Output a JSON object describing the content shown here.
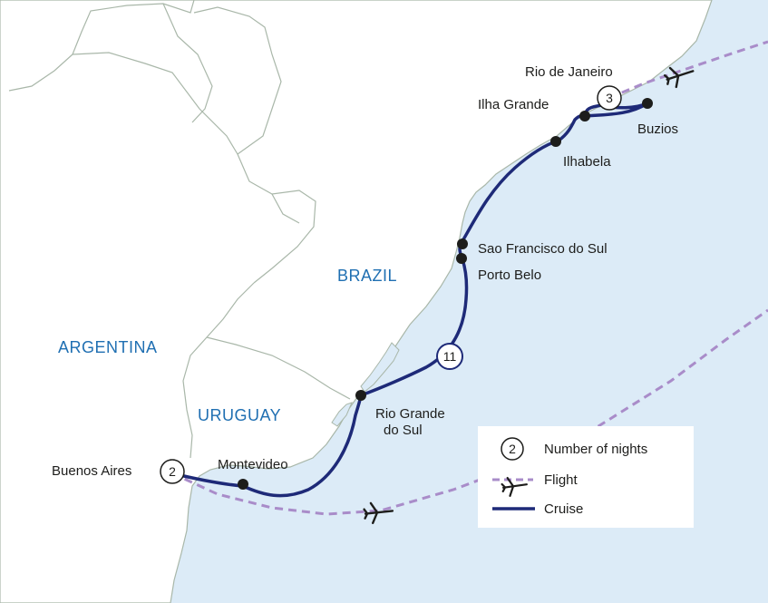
{
  "colors": {
    "sea": "#dcebf7",
    "land": "#ffffff",
    "border": "#a9b7a9",
    "coast": "#a9b7a9",
    "cruise": "#1e2a78",
    "flight": "#a98cc9",
    "country_label": "#1f6fb2",
    "port_dot": "#1d1d1b"
  },
  "countries": [
    {
      "name": "BRAZIL"
    },
    {
      "name": "ARGENTINA"
    },
    {
      "name": "URUGUAY"
    }
  ],
  "ports": [
    {
      "name": "Rio de Janeiro"
    },
    {
      "name": "Ilha Grande"
    },
    {
      "name": "Buzios"
    },
    {
      "name": "Ilhabela"
    },
    {
      "name": "Sao Francisco do Sul"
    },
    {
      "name": "Porto Belo"
    },
    {
      "name": "Rio Grande",
      "name_line2": "do Sul"
    },
    {
      "name": "Montevideo"
    },
    {
      "name": "Buenos Aires"
    }
  ],
  "nights_markers": [
    {
      "port": "Rio de Janeiro",
      "nights": "3"
    },
    {
      "port": "Buenos Aires",
      "nights": "2"
    },
    {
      "at_sea": true,
      "nights": "11"
    }
  ],
  "legend": {
    "nights_example": "2",
    "nights_label": "Number of nights",
    "flight_label": "Flight",
    "cruise_label": "Cruise"
  },
  "icons": {
    "flight": "airplane-icon",
    "port": "port-dot"
  }
}
